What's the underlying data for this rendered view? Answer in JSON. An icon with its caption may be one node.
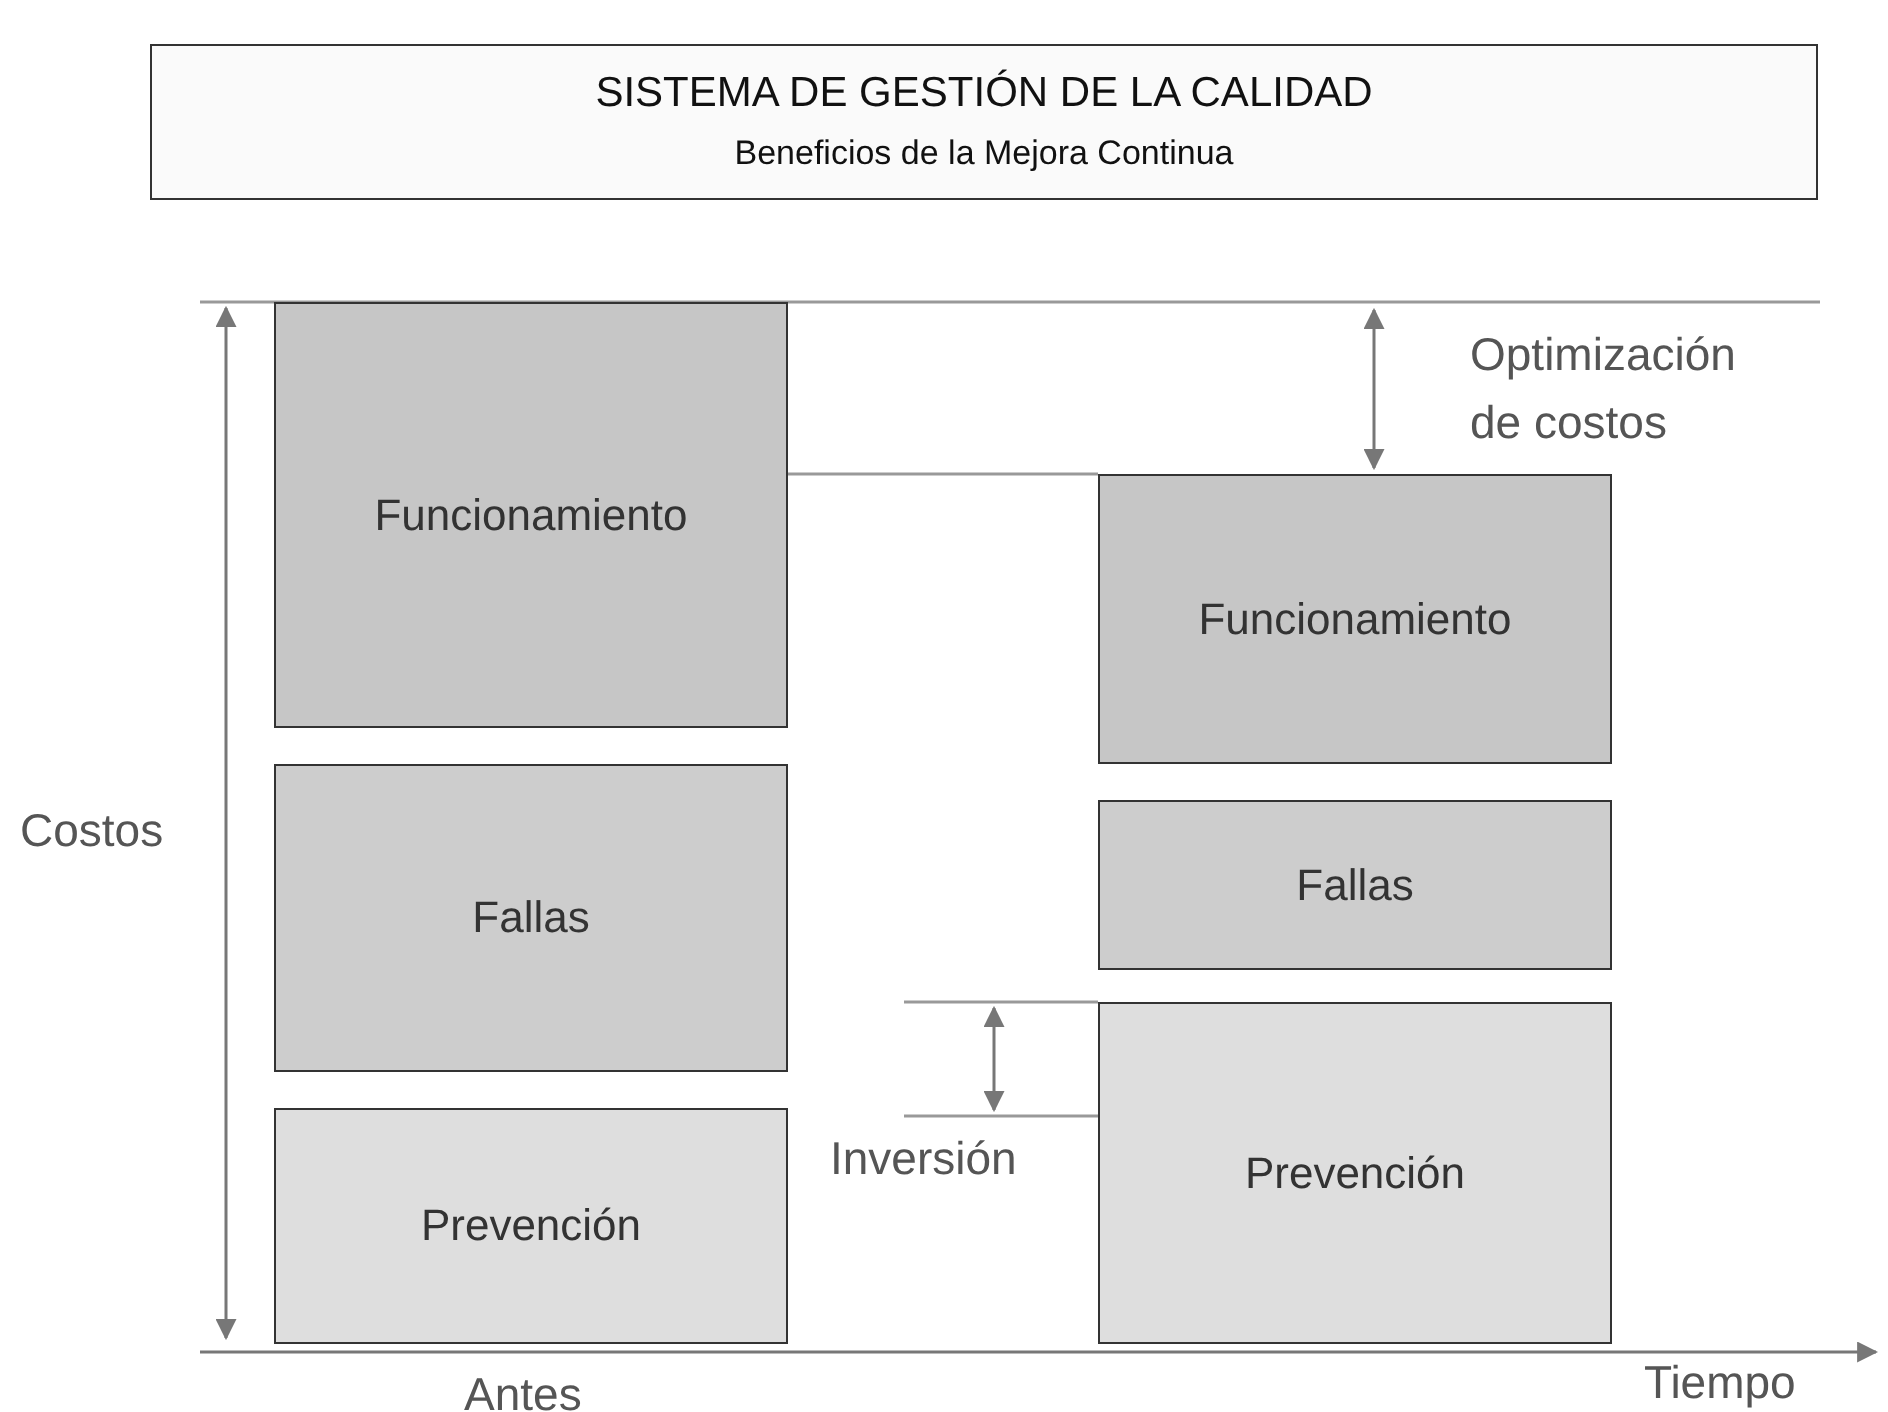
{
  "diagram": {
    "nodes": [
      {
        "text": [
          "SISTEMA DE GESTIÓN DE LA CALIDAD",
          "Beneficios de la Mejora Continua"
        ]
      },
      {
        "text": [
          "Funcionamiento"
        ]
      },
      {
        "text": [
          "Fallas"
        ]
      },
      {
        "text": [
          "Prevención"
        ]
      },
      {
        "text": [
          "Funcionamiento"
        ]
      },
      {
        "text": [
          "Fallas"
        ]
      },
      {
        "text": [
          "Prevención"
        ]
      }
    ],
    "edges": [],
    "labels": [
      "Optimización de costos",
      "Costos",
      "Inversión",
      "Antes",
      "Tiempo"
    ]
  }
}
